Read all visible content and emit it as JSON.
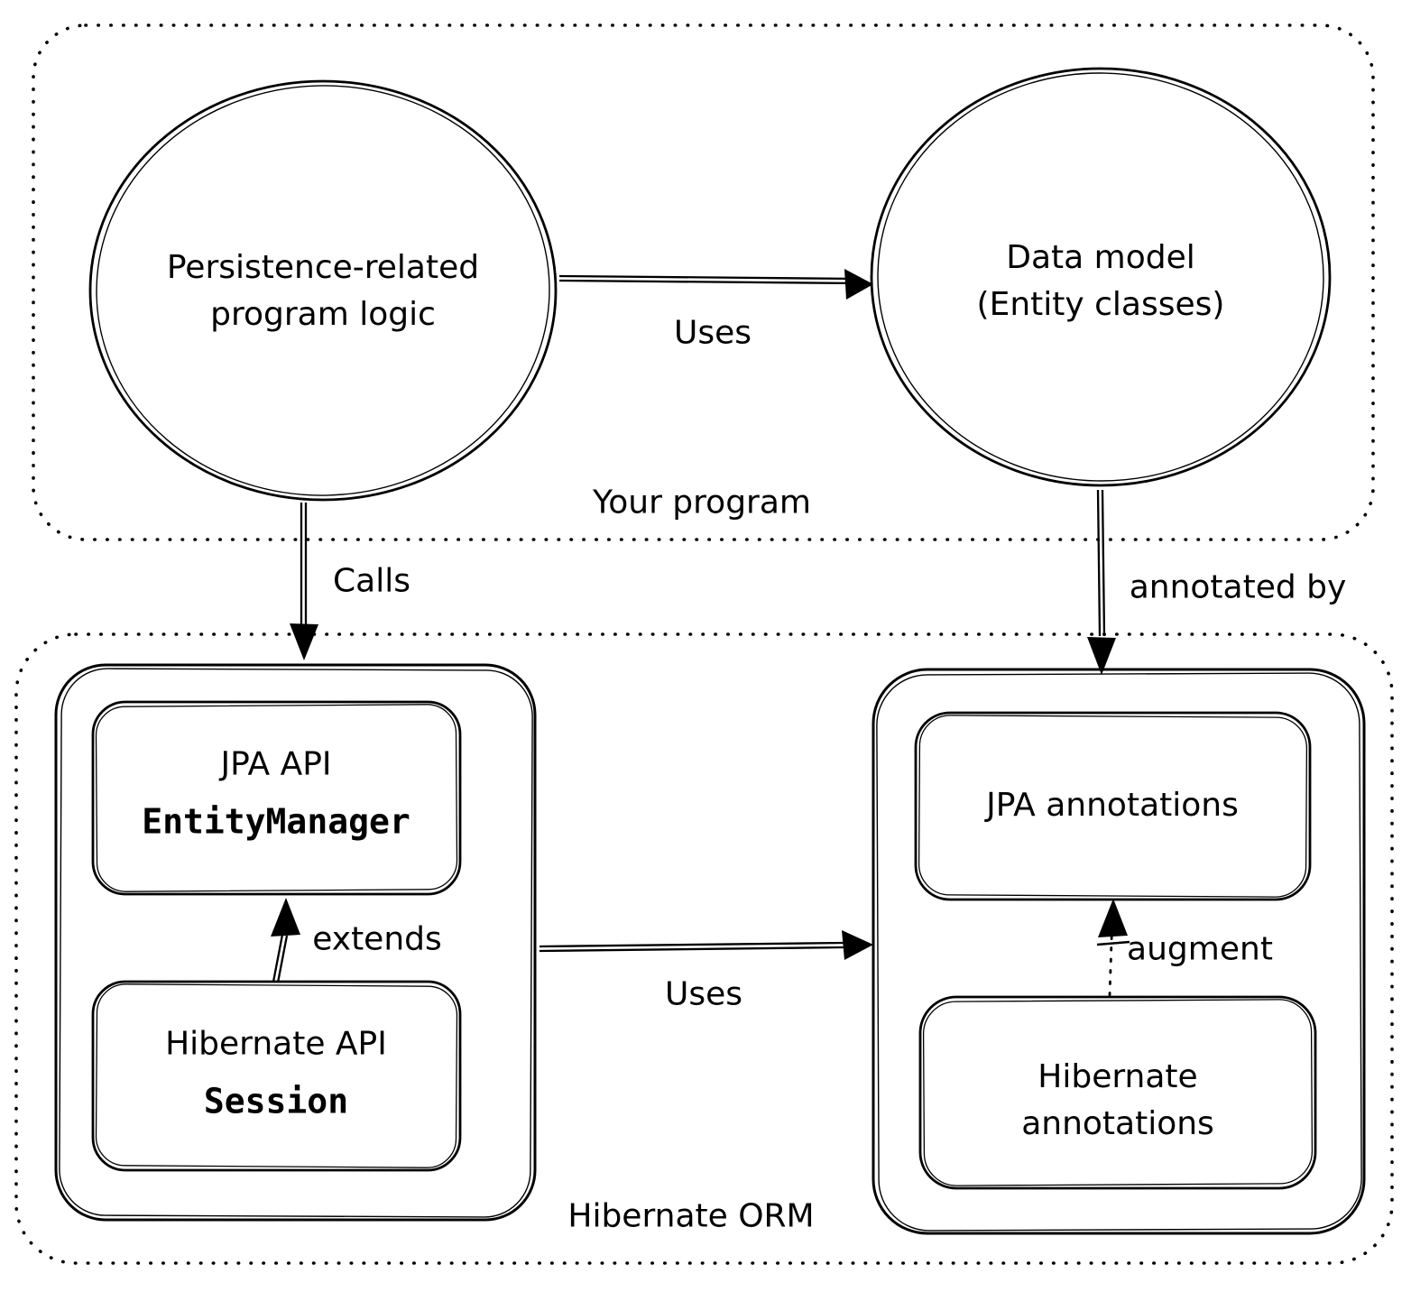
{
  "canvas": {
    "background": "#ffffff",
    "stroke_color": "#000000"
  },
  "groups": {
    "your_program": {
      "label": "Your program"
    },
    "hibernate_orm": {
      "label": "Hibernate ORM"
    }
  },
  "nodes": {
    "persistence_logic": {
      "line1": "Persistence-related",
      "line2": "program logic"
    },
    "data_model": {
      "line1": "Data model",
      "line2": "(Entity classes)"
    },
    "jpa_api": {
      "title": "JPA API",
      "class_name": "EntityManager"
    },
    "hibernate_api": {
      "title": "Hibernate API",
      "class_name": "Session"
    },
    "jpa_annotations": {
      "label": "JPA annotations"
    },
    "hibernate_annotations": {
      "line1": "Hibernate",
      "line2": "annotations"
    }
  },
  "edges": {
    "uses_top": {
      "label": "Uses"
    },
    "calls": {
      "label": "Calls"
    },
    "annotated_by": {
      "label": "annotated by"
    },
    "extends": {
      "label": "extends"
    },
    "uses_bottom": {
      "label": "Uses"
    },
    "augment": {
      "label": "augment"
    }
  }
}
